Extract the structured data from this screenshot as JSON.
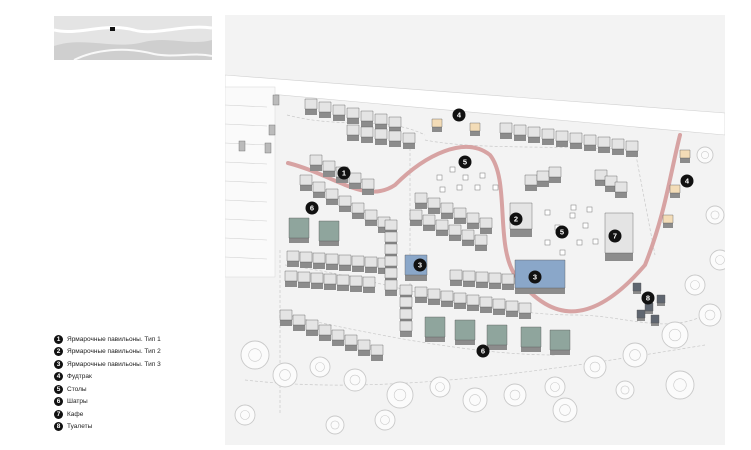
{
  "colors": {
    "path": "#d7a3a3",
    "building_top": "#e4e4e4",
    "building_side": "#8c8c8c",
    "tent_top": "#8fa59d",
    "pavilion3": "#8aa7c9",
    "foodtruck": "#f3dcb7",
    "ground": "#f3f3f3",
    "tree": "#c9c9c9",
    "marker": "#111111"
  },
  "legend": [
    {
      "num": "1",
      "label": "Ярмарочные павильоны. Тип 1"
    },
    {
      "num": "2",
      "label": "Ярмарочные павильоны. Тип 2"
    },
    {
      "num": "3",
      "label": "Ярмарочные павильоны. Тип 3"
    },
    {
      "num": "4",
      "label": "Фудтрак"
    },
    {
      "num": "5",
      "label": "Столы"
    },
    {
      "num": "6",
      "label": "Шатры"
    },
    {
      "num": "7",
      "label": "Кафе"
    },
    {
      "num": "8",
      "label": "Туалеты"
    }
  ],
  "markers": [
    {
      "num": "1"
    },
    {
      "num": "2"
    },
    {
      "num": "3"
    },
    {
      "num": "3"
    },
    {
      "num": "4"
    },
    {
      "num": "4"
    },
    {
      "num": "5"
    },
    {
      "num": "5"
    },
    {
      "num": "6"
    },
    {
      "num": "6"
    },
    {
      "num": "7"
    },
    {
      "num": "8"
    }
  ]
}
